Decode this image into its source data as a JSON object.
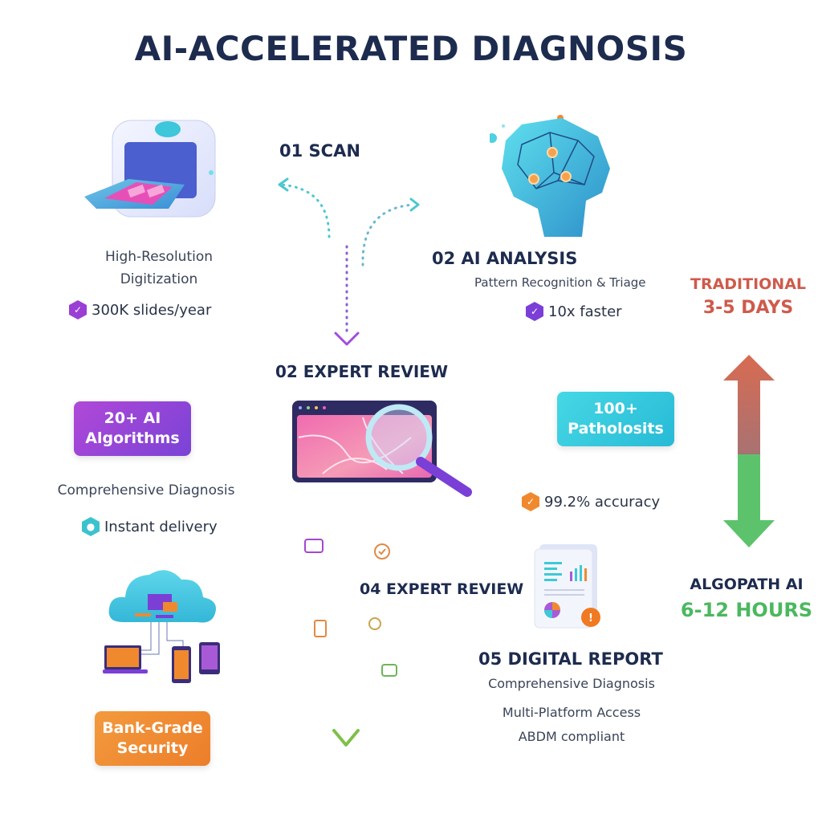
{
  "title": "AI-ACCELERATED DIAGNOSIS",
  "colors": {
    "title": "#1d2b4f",
    "purple": "#8a3fd1",
    "teal": "#3dcfdf",
    "orange": "#f0892e",
    "red": "#cf5a4b",
    "green": "#4bb85f"
  },
  "scan": {
    "step_label": "01 SCAN",
    "description_line1": "High-Resolution",
    "description_line2": "Digitization",
    "stat": "300K slides/year",
    "stat_icon": "check-hexagon-icon"
  },
  "ai_analysis": {
    "step_label": "02 AI ANALYSIS",
    "description": "Pattern Recognition & Triage",
    "stat": "10x faster",
    "stat_icon": "check-hexagon-icon"
  },
  "expert_review": {
    "step_label": "02 EXPERT REVIEW"
  },
  "algorithms_badge": {
    "line1": "20+ AI",
    "line2": "Algorithms"
  },
  "left_middle": {
    "description": "Comprehensive Diagnosis",
    "stat": "Instant delivery",
    "stat_icon": "chat-hexagon-icon"
  },
  "pathologists_badge": {
    "line1": "100+",
    "line2": "Patholosits"
  },
  "accuracy": {
    "stat": "99.2% accuracy",
    "stat_icon": "check-hexagon-icon"
  },
  "expert_review_04": {
    "step_label": "04 EXPERT REVIEW"
  },
  "digital_report": {
    "step_label": "05 DIGITAL REPORT",
    "line1": "Comprehensive Diagnosis",
    "line2": "Multi-Platform Access",
    "line3": "ABDM compliant"
  },
  "security_badge": {
    "line1": "Bank-Grade",
    "line2": "Security"
  },
  "comparison": {
    "traditional_label": "TRADITIONAL",
    "traditional_time": "3-5 DAYS",
    "ai_label": "ALGOPATH AI",
    "ai_time": "6-12 HOURS"
  }
}
